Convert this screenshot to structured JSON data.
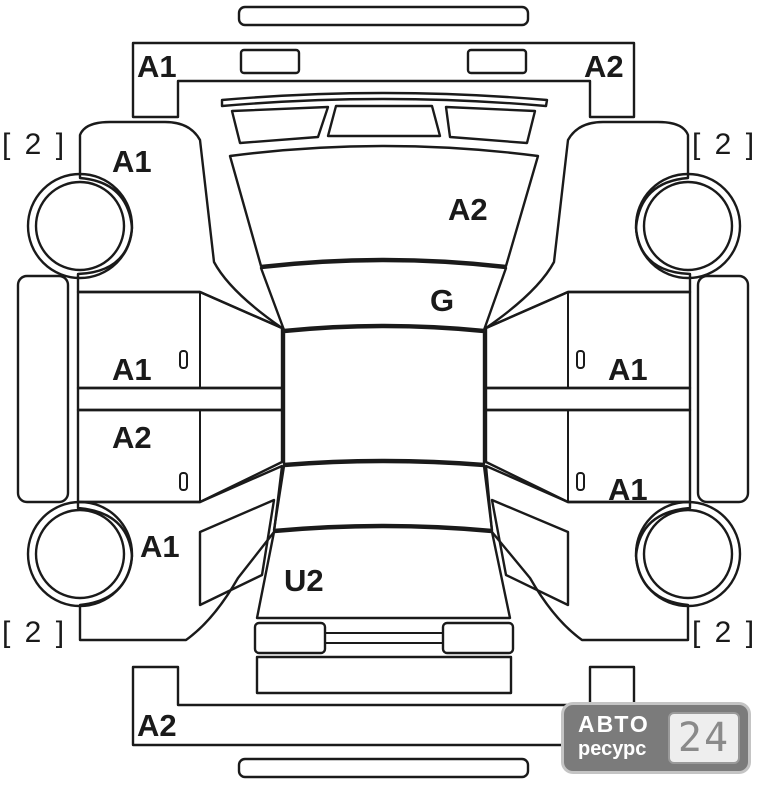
{
  "labels": {
    "roof_front_left": "A1",
    "roof_front_right": "A2",
    "fender_front_left": "A1",
    "hood": "A2",
    "windshield": "G",
    "door_front_left": "A1",
    "door_rear_left": "A2",
    "door_front_right": "A1",
    "door_rear_right": "A1",
    "fender_rear_left": "A1",
    "trunk": "U2",
    "bumper_rear": "A2",
    "bumper_rear_right": "A1"
  },
  "tires": {
    "front_left": "[ 2 ]",
    "front_right": "[ 2 ]",
    "rear_left": "[ 2 ]",
    "rear_right": "[ 2 ]"
  },
  "logo": {
    "word": "АВТО",
    "sub": "ресурс",
    "badge": "24",
    "colors": {
      "plate": "#7b7b7b",
      "badge": "#eeeeee"
    }
  }
}
